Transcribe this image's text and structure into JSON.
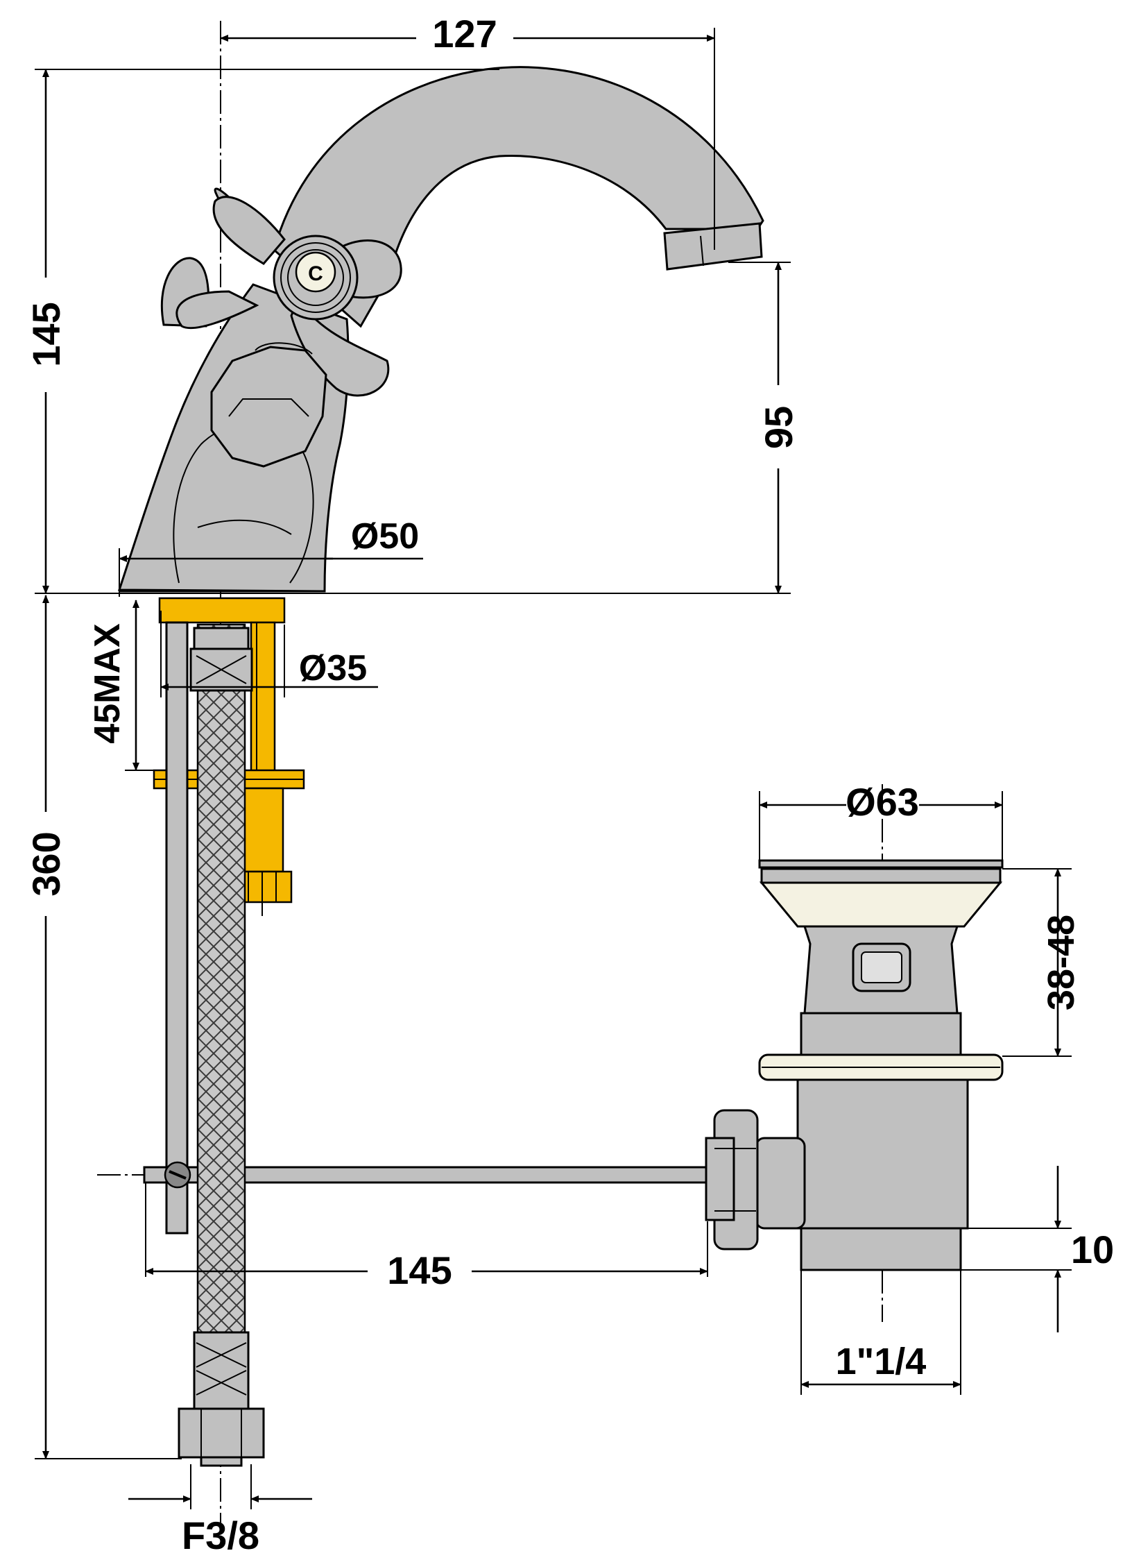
{
  "dimensions": {
    "spout_reach": "127",
    "tap_height": "145",
    "spout_height": "95",
    "base_diameter": "Ø50",
    "hole_diameter": "Ø35",
    "deck_thickness": "45MAX",
    "hose_length": "360",
    "rod_length": "145",
    "waste_diameter": "Ø63",
    "waste_range": "38-48",
    "thread_length": "10",
    "waste_thread": "1\"1/4",
    "hose_thread": "F3/8"
  },
  "handle_marker": "C",
  "colors": {
    "chrome": "#c0c0c0",
    "fixing": "#f5b800",
    "ceramic": "#f4f2e2",
    "line": "#000000"
  }
}
